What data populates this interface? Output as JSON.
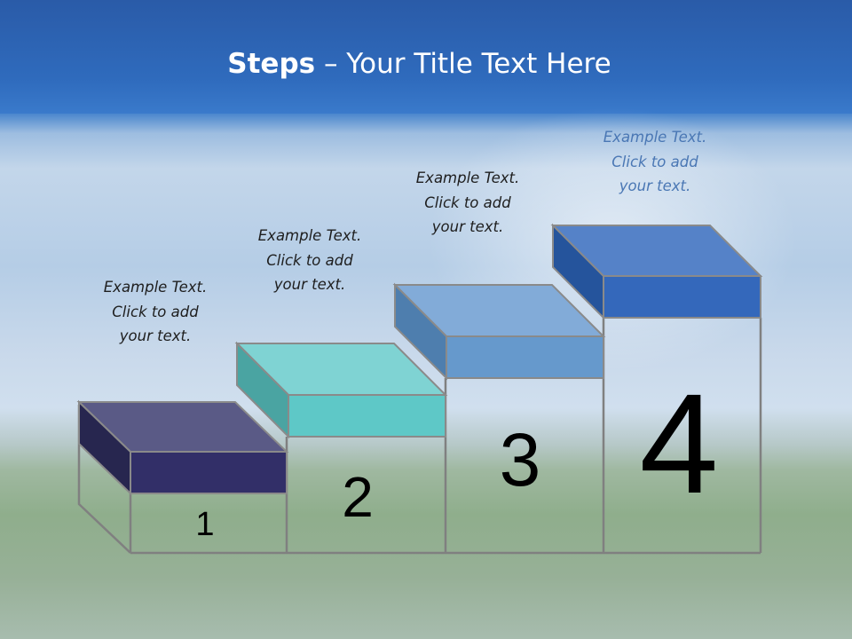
{
  "title": {
    "bold": "Steps",
    "rest": " – Your Title Text Here"
  },
  "steps": [
    {
      "number": "1",
      "lines": [
        "Example Text.",
        "Click  to add",
        "your text."
      ],
      "colors": {
        "top": "#5a5a86",
        "front": "#322f68",
        "side": "#27264f"
      }
    },
    {
      "number": "2",
      "lines": [
        "Example Text.",
        "Click  to add",
        "your text."
      ],
      "colors": {
        "top": "#7fd3d3",
        "front": "#5ec8c7",
        "side": "#4aa4a2"
      }
    },
    {
      "number": "3",
      "lines": [
        "Example Text.",
        "Click  to add",
        "your text."
      ],
      "colors": {
        "top": "#82abd8",
        "front": "#6699cc",
        "side": "#4e7eae"
      }
    },
    {
      "number": "4",
      "lines": [
        "Example Text.",
        "Click  to add",
        "your text."
      ],
      "colors": {
        "top": "#5582c8",
        "front": "#3468bb",
        "side": "#25549c"
      }
    }
  ]
}
